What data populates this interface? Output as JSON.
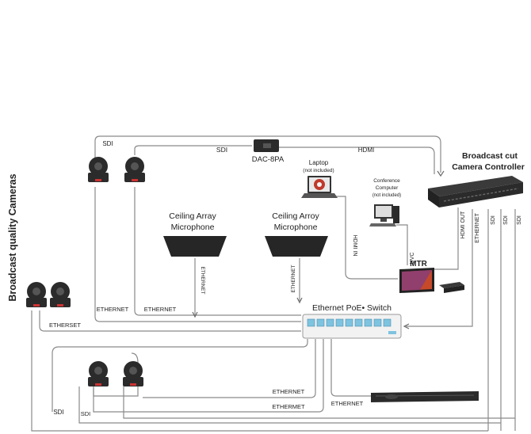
{
  "side_title": "Broadcast quality Cameras",
  "controller": {
    "title_line1": "Broadcast cut",
    "title_line2": "Camera Controller"
  },
  "converter": {
    "label": "DAC-8PA"
  },
  "laptop": {
    "label": "Laptop",
    "note": "(not included)"
  },
  "computer": {
    "label_line1": "Conference",
    "label_line2": "Computer",
    "note": "(not included)"
  },
  "mic_left": {
    "line1": "Ceiling Array",
    "line2": "Microphone"
  },
  "mic_right": {
    "line1": "Ceiling Arroy",
    "line2": "Microphone"
  },
  "mtr": {
    "label": "MTR"
  },
  "switch": {
    "label": "Ethernet PoE• Switch"
  },
  "cables": {
    "sdi_top_left": "SDI",
    "sdi_top": "SDI",
    "hdmi_top": "HDMI",
    "hdmi_in": "HDMI IN",
    "uvc": "UVC",
    "hdmi_out": "HDMI OUT",
    "ethernet_ctrl": "ETHERNET",
    "sdi_ctrl_1": "SDI",
    "sdi_ctrl_2": "SDI",
    "sdi_ctrl_3": "SDI",
    "ethernet_mic_left": "ETHERNET",
    "ethernet_mic_right": "ETHERNET",
    "ethernet_cam_left": "ETHERNET",
    "ethernet_cam_right": "ETHERNET",
    "etherset": "ETHERSET",
    "ethernet_bottom_1": "ETHERNET",
    "ethermet_bottom_2": "ETHERMET",
    "ethernet_rack": "ETHERNET",
    "sdi_bottom_1": "SDI",
    "sdi_bottom_2": "SDI"
  },
  "colors": {
    "wire": "#8a8a8a",
    "device_dark": "#2b2b2b",
    "switch_port": "#7ec3e0",
    "screen_red": "#c0392b"
  }
}
